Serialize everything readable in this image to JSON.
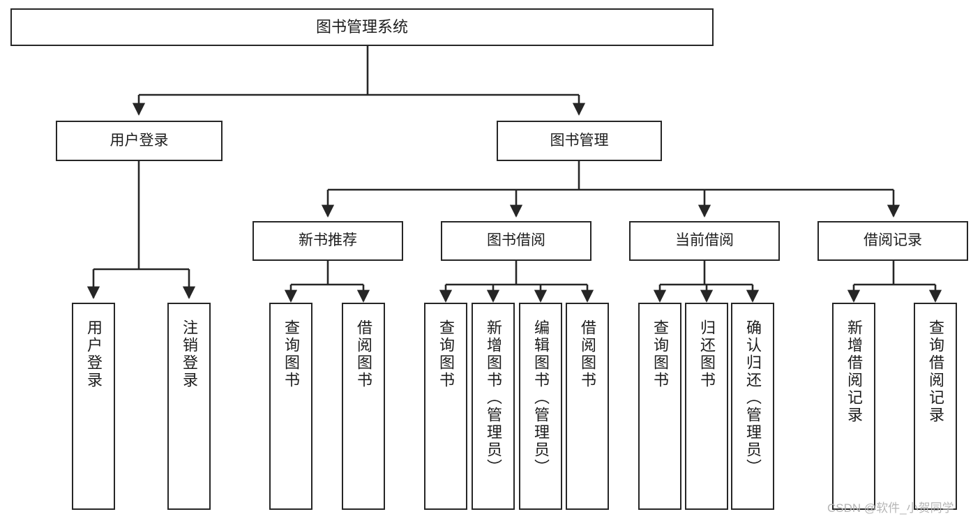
{
  "diagram": {
    "title": "图书管理系统",
    "type": "tree-hierarchy-chart",
    "root": {
      "label": "图书管理系统"
    },
    "level2": [
      {
        "label": "用户登录"
      },
      {
        "label": "图书管理"
      }
    ],
    "level3": [
      {
        "label": "新书推荐"
      },
      {
        "label": "图书借阅"
      },
      {
        "label": "当前借阅"
      },
      {
        "label": "借阅记录"
      }
    ],
    "leaves": {
      "user_login": [
        {
          "label": "用户登录"
        },
        {
          "label": "注销登录"
        }
      ],
      "new_book_recommend": [
        {
          "label": "查询图书"
        },
        {
          "label": "借阅图书"
        }
      ],
      "book_borrow": [
        {
          "label": "查询图书"
        },
        {
          "label": "新增图书（管理员）"
        },
        {
          "label": "编辑图书（管理员）"
        },
        {
          "label": "借阅图书"
        }
      ],
      "current_borrow": [
        {
          "label": "查询图书"
        },
        {
          "label": "归还图书"
        },
        {
          "label": "确认归还（管理员）"
        }
      ],
      "borrow_record": [
        {
          "label": "新增借阅记录"
        },
        {
          "label": "查询借阅记录"
        }
      ]
    }
  },
  "watermark": {
    "text": "CSDN @软件_小贺同学"
  },
  "colors": {
    "stroke": "#262626",
    "fill": "#ffffff",
    "text": "#1c1c1c",
    "watermark": "#b6b6b6"
  }
}
